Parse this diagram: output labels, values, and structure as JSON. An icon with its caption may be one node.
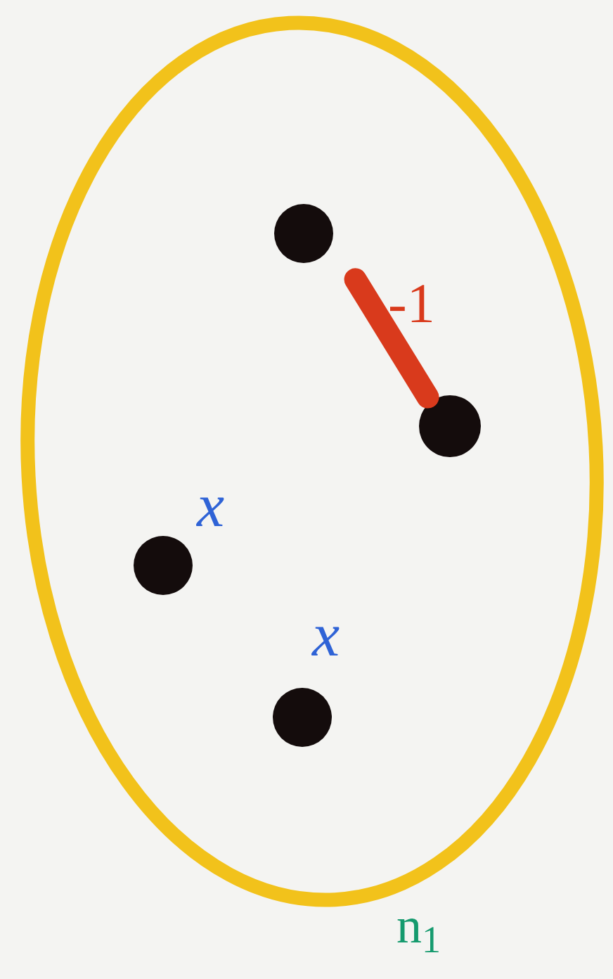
{
  "diagram": {
    "nodes": [
      {
        "text": [],
        "shape": "circle",
        "beside": [
          "n$_{1}$"
        ]
      },
      {
        "text": [],
        "shape": "circle",
        "in": 0
      },
      {
        "text": [],
        "shape": "circle",
        "in": 0
      },
      {
        "text": [],
        "shape": "circle",
        "in": 0,
        "beside": [
          "x"
        ]
      },
      {
        "text": [],
        "shape": "circle",
        "in": 0,
        "beside": [
          "x"
        ]
      }
    ],
    "edges": [
      {
        "from": 1,
        "to": 2,
        "arrow": "none",
        "label": "-1",
        "color": "#d93a1c"
      }
    ]
  }
}
